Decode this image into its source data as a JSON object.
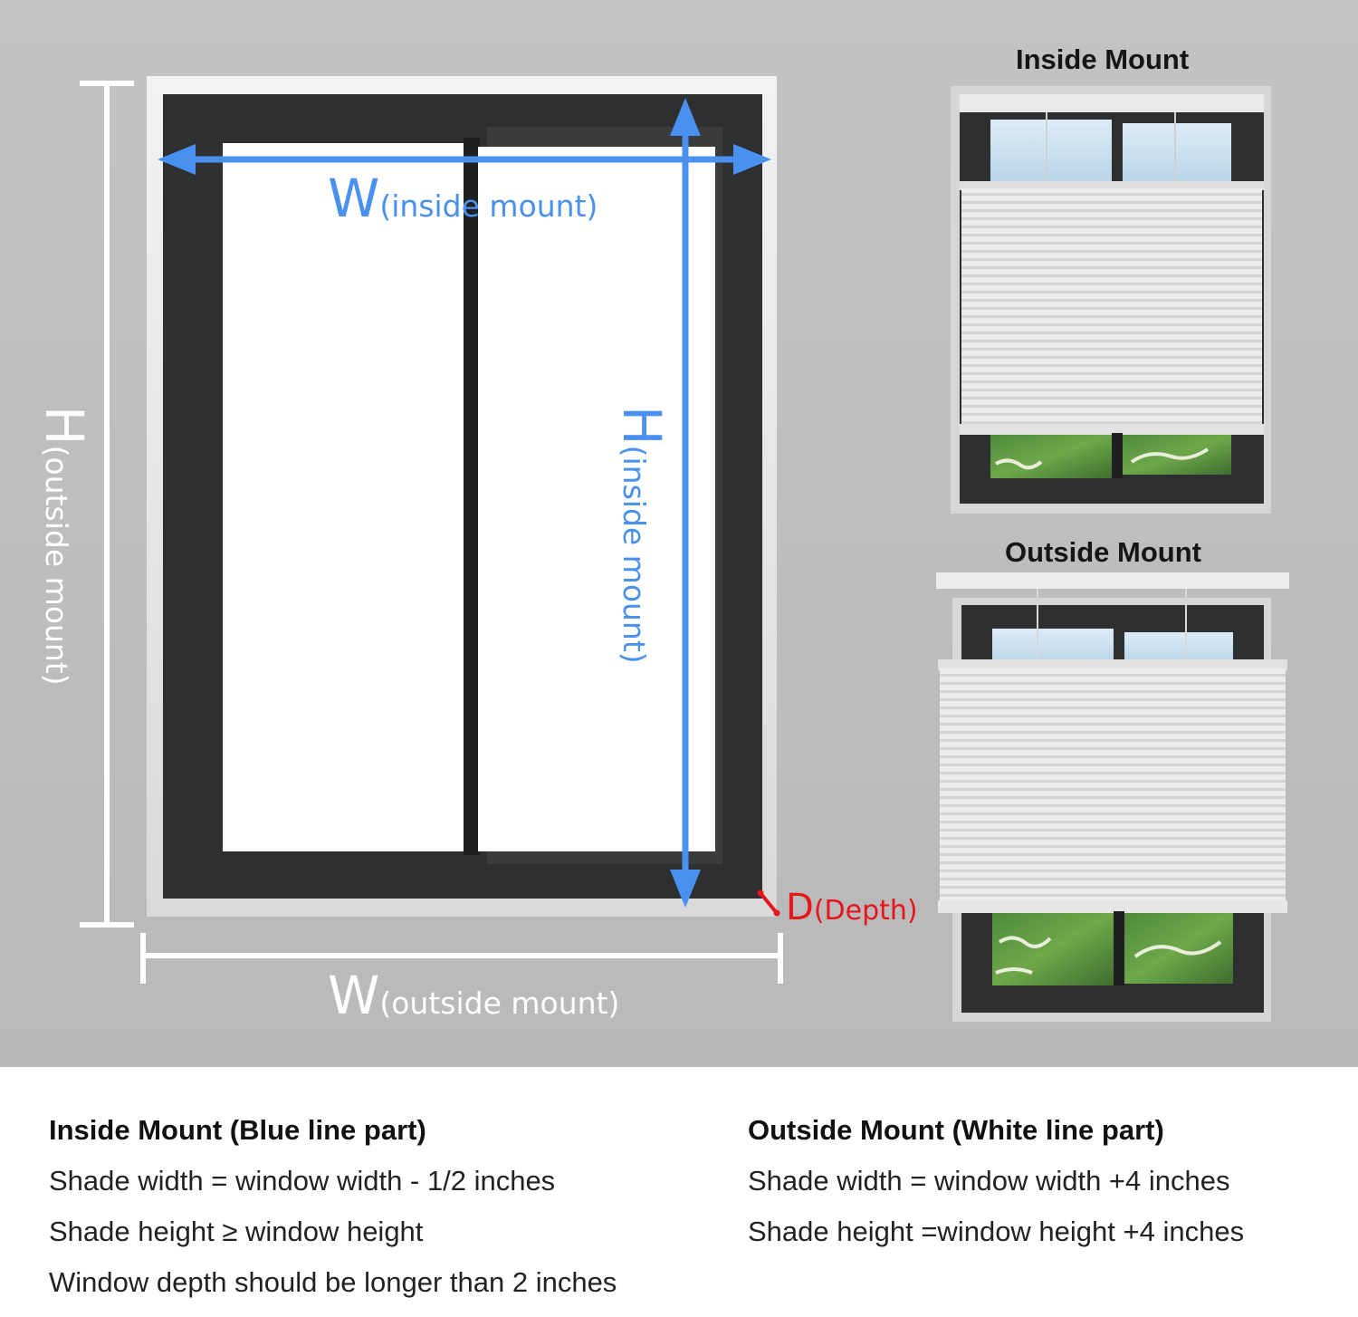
{
  "diagram": {
    "w_inside": {
      "letter": "W",
      "text": "(inside mount)"
    },
    "h_inside": {
      "letter": "H",
      "text": "(inside mount)"
    },
    "w_outside": {
      "letter": "W",
      "text": "(outside mount)"
    },
    "h_outside": {
      "letter": "H",
      "text": "(outside mount)"
    },
    "depth": {
      "letter": "D",
      "text": "(Depth)"
    },
    "colors": {
      "inside_line": "#4a90ef",
      "outside_line": "#ffffff",
      "depth_mark": "#e8141b",
      "frame": "#2e2f31",
      "wall": "#c0c0c0"
    }
  },
  "thumbnails": {
    "inside_title": "Inside Mount",
    "outside_title": "Outside Mount"
  },
  "notes": {
    "inside": {
      "heading": "Inside Mount (Blue line part)",
      "lines": [
        "Shade width = window width - 1/2 inches",
        "Shade height ≥ window height",
        "Window depth should be longer than 2 inches"
      ]
    },
    "outside": {
      "heading": "Outside Mount (White line part)",
      "lines": [
        "Shade width = window width +4 inches",
        "Shade height =window height +4 inches"
      ]
    }
  }
}
